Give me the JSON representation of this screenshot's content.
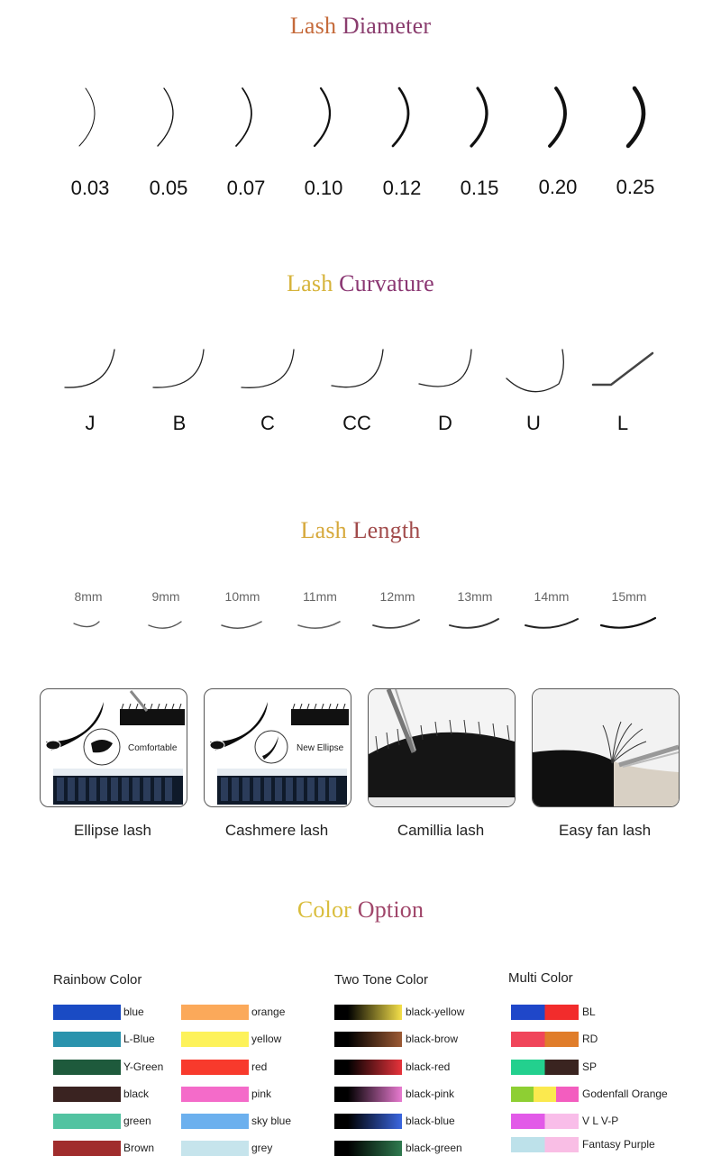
{
  "diameter": {
    "title_part1": "Lash ",
    "title_part2": "Diameter",
    "values": [
      "0.03",
      "0.05",
      "0.07",
      "0.10",
      "0.12",
      "0.15",
      "0.20",
      "0.25"
    ]
  },
  "curvature": {
    "title_part1": "Lash ",
    "title_part2": "Curvature",
    "values": [
      "J",
      "B",
      "C",
      "CC",
      "D",
      "U",
      "L"
    ]
  },
  "length": {
    "title_part1": "Lash ",
    "title_part2": "Length",
    "values": [
      "8mm",
      "9mm",
      "10mm",
      "11mm",
      "12mm",
      "13mm",
      "14mm",
      "15mm"
    ]
  },
  "types": {
    "cards": [
      {
        "caption": "Ellipse lash",
        "note": "Comfortable"
      },
      {
        "caption": "Cashmere lash",
        "note": "New Ellipse"
      },
      {
        "caption": "Camillia lash",
        "note": ""
      },
      {
        "caption": "Easy fan lash",
        "note": ""
      }
    ]
  },
  "colors": {
    "title_part1": "Color ",
    "title_part2": "Option",
    "rainbow": {
      "title": "Rainbow Color",
      "left": [
        {
          "label": "blue",
          "color": "#1a4bc4"
        },
        {
          "label": "L-Blue",
          "color": "#2a93ad"
        },
        {
          "label": "Y-Green",
          "color": "#1e5a3c"
        },
        {
          "label": "black",
          "color": "#3a2321"
        },
        {
          "label": "green",
          "color": "#52c3a1"
        },
        {
          "label": "Brown",
          "color": "#a02d2d"
        }
      ],
      "right": [
        {
          "label": "orange",
          "color": "#fba95a"
        },
        {
          "label": "yellow",
          "color": "#fdf25a"
        },
        {
          "label": "red",
          "color": "#f83a2c"
        },
        {
          "label": "pink",
          "color": "#f46bc9"
        },
        {
          "label": "sky blue",
          "color": "#6cb0ee"
        },
        {
          "label": "grey",
          "color": "#c6e4ec"
        }
      ]
    },
    "two_tone": {
      "title": "Two Tone Color",
      "items": [
        {
          "label": "black-yellow",
          "color": "#f5e04a"
        },
        {
          "label": "black-brow",
          "color": "#9c5a34"
        },
        {
          "label": "black-red",
          "color": "#e7333b"
        },
        {
          "label": "black-pink",
          "color": "#e87ad0"
        },
        {
          "label": "black-blue",
          "color": "#3a66e0"
        },
        {
          "label": "black-green",
          "color": "#2f7a4f"
        }
      ]
    },
    "multi": {
      "title": "Multi Color",
      "items": [
        {
          "label": "BL",
          "colors": [
            "#1f47c9",
            "#f22c2c"
          ]
        },
        {
          "label": "RD",
          "colors": [
            "#f0455a",
            "#e07d2a"
          ]
        },
        {
          "label": "SP",
          "colors": [
            "#23d08e",
            "#3a2420"
          ]
        },
        {
          "label": "Godenfall Orange",
          "colors": [
            "#8ecf33",
            "#fbe94e",
            "#f35dbf"
          ]
        },
        {
          "label": "V L V-P",
          "colors": [
            "#e25ae8",
            "#f9bde9"
          ]
        },
        {
          "label": "Fantasy Purple",
          "colors": [
            "#bde1ea",
            "#f9bee5"
          ]
        }
      ]
    }
  }
}
